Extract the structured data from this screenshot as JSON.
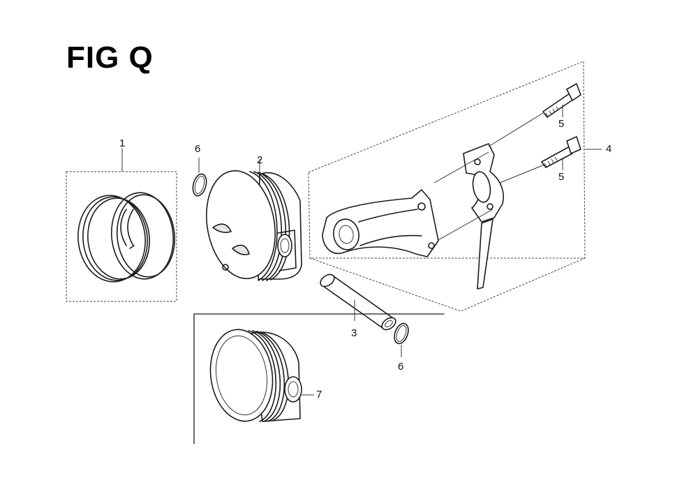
{
  "figure": {
    "title": "FIG Q"
  },
  "callouts": {
    "piston_ring_set": "1",
    "piston": "2",
    "piston_pin": "3",
    "connecting_rod": "4",
    "bolt_upper": "5",
    "bolt_lower": "5",
    "clip_upper": "6",
    "clip_lower": "6",
    "piston_alt": "7"
  }
}
